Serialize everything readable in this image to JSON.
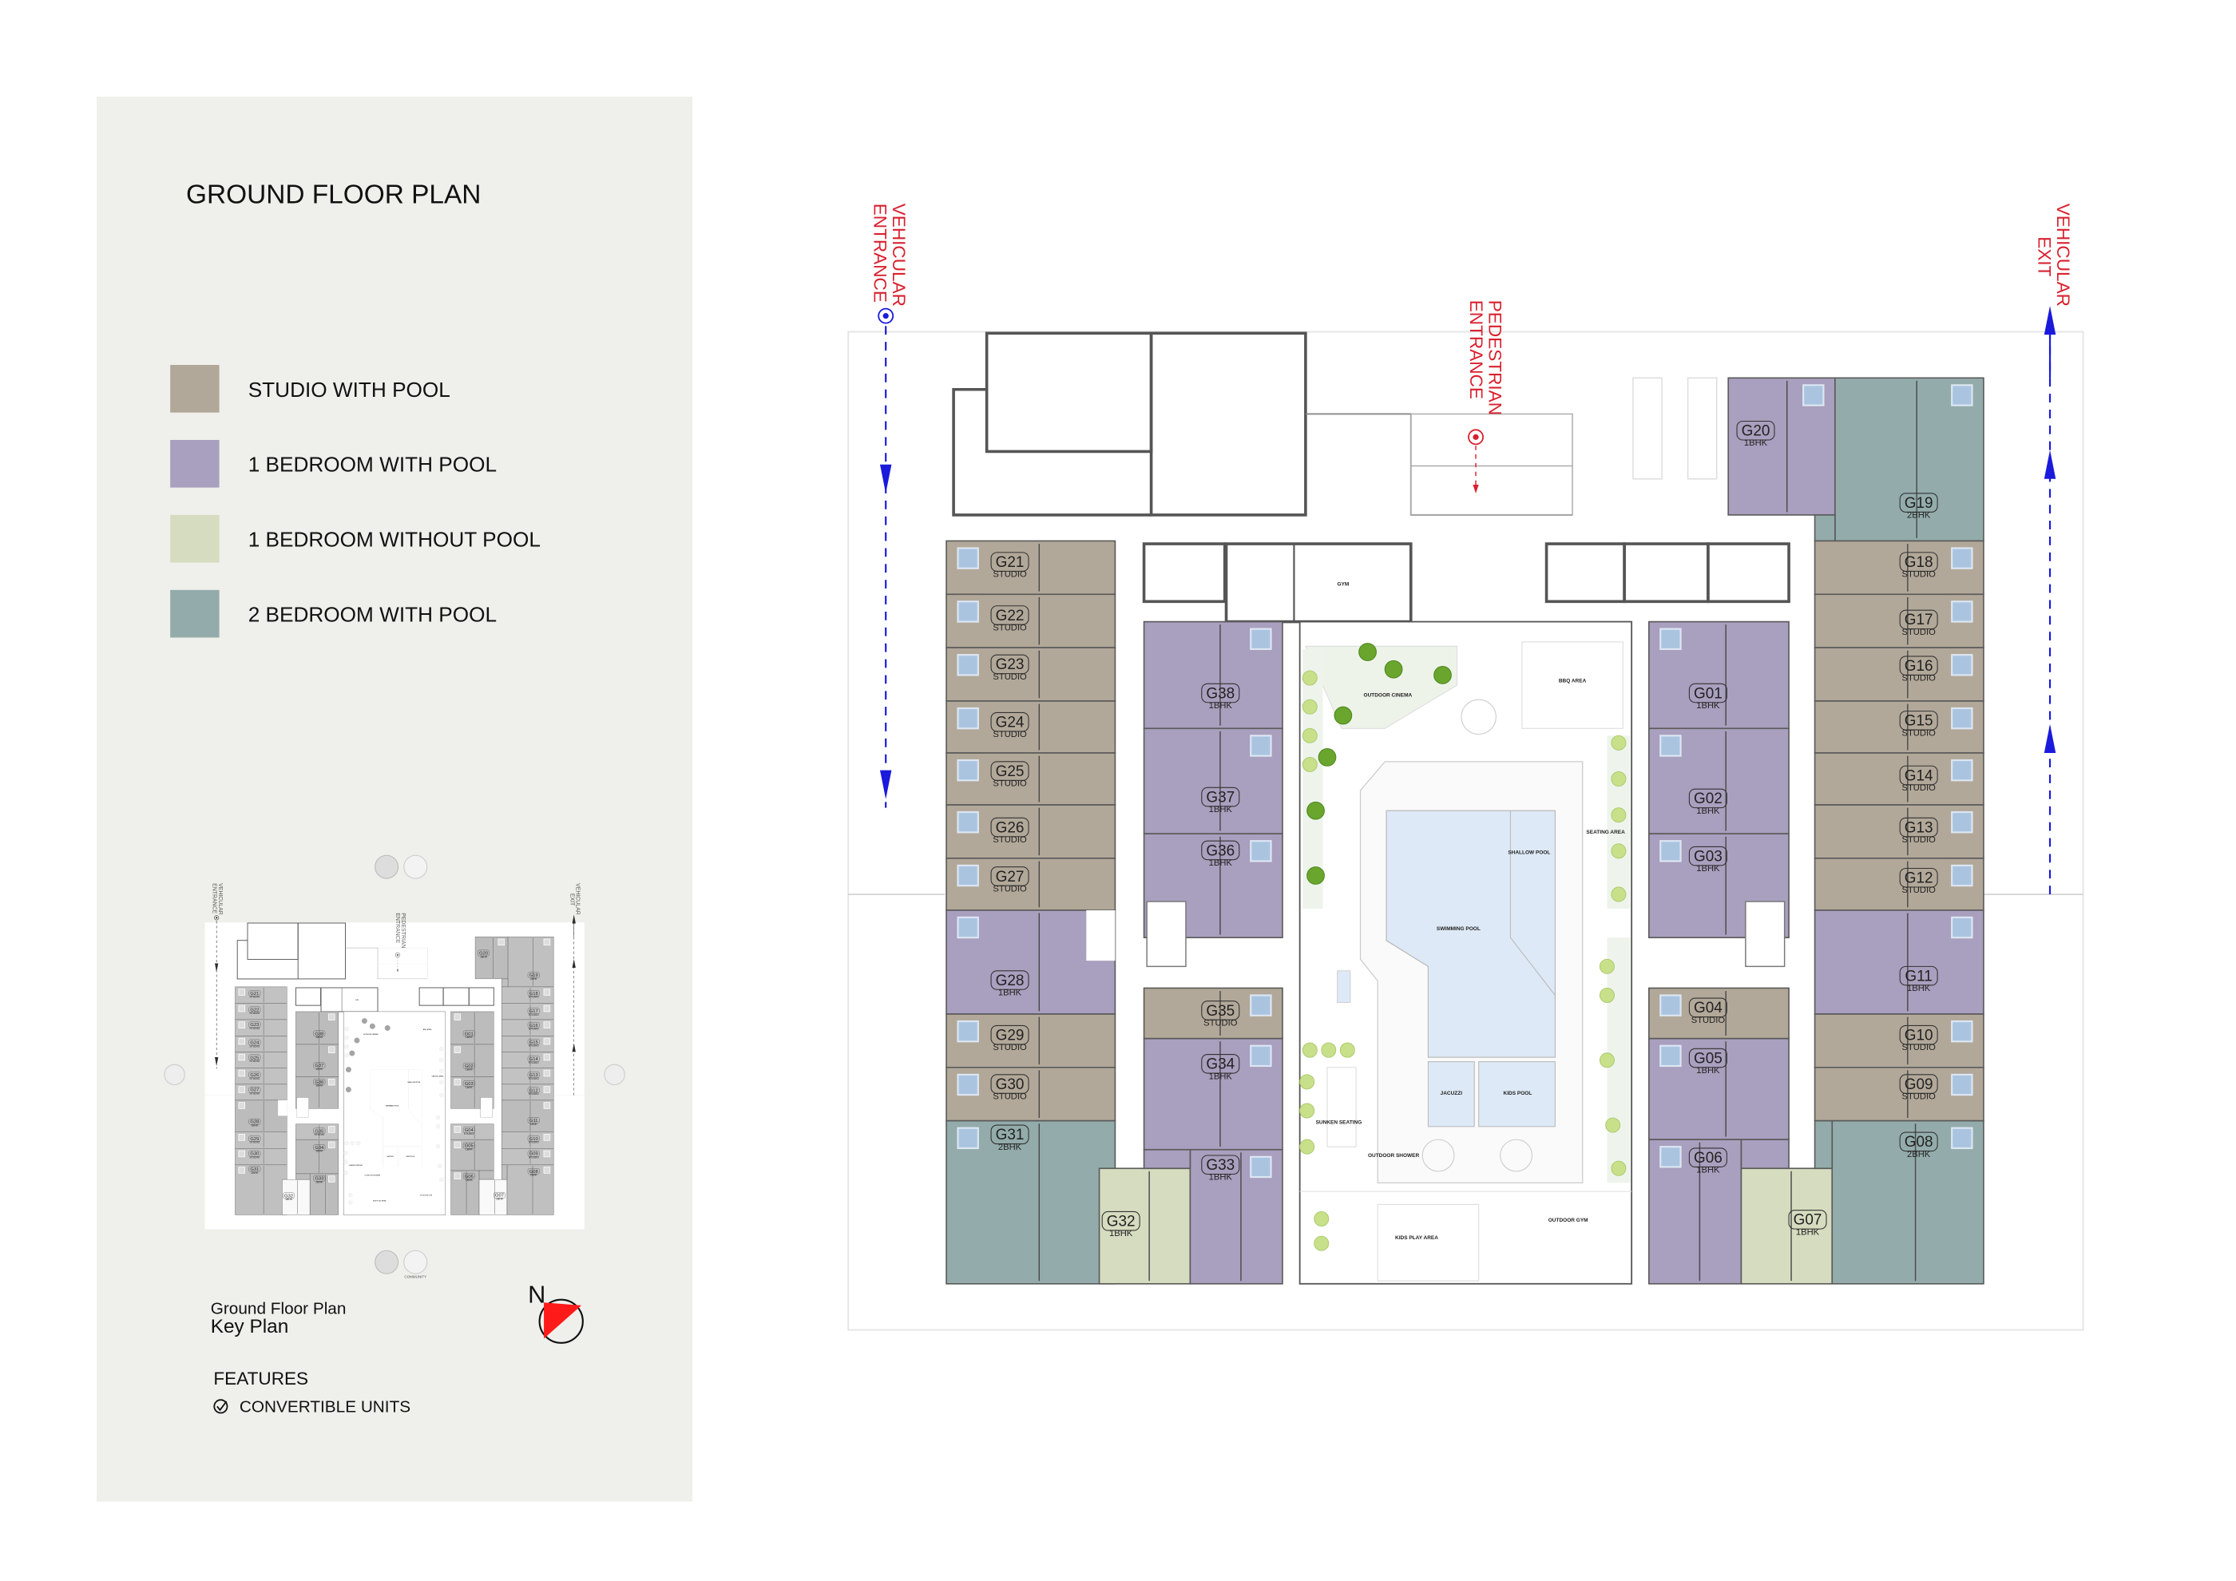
{
  "panel": {
    "title": "GROUND FLOOR PLAN",
    "legend": [
      {
        "label": "STUDIO WITH POOL",
        "color": "#b2a899"
      },
      {
        "label": "1 BEDROOM WITH POOL",
        "color": "#a99fbe"
      },
      {
        "label": "1 BEDROOM WITHOUT POOL",
        "color": "#d6dcbf"
      },
      {
        "label": "2 BEDROOM WITH POOL",
        "color": "#93acab"
      }
    ],
    "key_plan": {
      "caption_line1": "Ground Floor Plan",
      "caption_line2": "Key Plan",
      "icon_label": "COMMUNITY"
    },
    "compass": {
      "label": "N",
      "icon": "north-arrow-icon",
      "color": "#ff1a1a"
    },
    "features": {
      "heading": "FEATURES",
      "items": [
        {
          "label": "CONVERTIBLE UNITS",
          "icon": "check-circle-icon"
        }
      ]
    }
  },
  "plan": {
    "vehicular_entrance": {
      "line1": "VEHICULAR",
      "line2": "ENTRANCE"
    },
    "vehicular_exit": {
      "line1": "VEHICULAR",
      "line2": "EXIT"
    },
    "pedestrian_entrance": {
      "line1": "PEDESTRIAN",
      "line2": "ENTRANCE"
    },
    "colors": {
      "route": "#1a1adc",
      "entrance_label": "#d8212f",
      "pool_water": "#dde9f6",
      "tree": "#7db33a"
    },
    "amenities": {
      "gym": "GYM",
      "outdoor_cinema": "OUTDOOR CINEMA",
      "bbq_area": "BBQ AREA",
      "seating_area": "SEATING AREA",
      "shallow_pool": "SHALLOW POOL",
      "swimming_pool": "SWIMMING POOL",
      "jacuzzi": "JACUZZI",
      "kids_pool": "KIDS POOL",
      "sunken_seating": "SUNKEN SEATING",
      "outdoor_shower": "OUTDOOR SHOWER",
      "kids_play_area": "KIDS PLAY AREA",
      "outdoor_gym": "OUTDOOR GYM"
    },
    "units": [
      {
        "id": "G21",
        "type": "STUDIO",
        "category": "studio"
      },
      {
        "id": "G22",
        "type": "STUDIO",
        "category": "studio"
      },
      {
        "id": "G23",
        "type": "STUDIO",
        "category": "studio"
      },
      {
        "id": "G24",
        "type": "STUDIO",
        "category": "studio"
      },
      {
        "id": "G25",
        "type": "STUDIO",
        "category": "studio"
      },
      {
        "id": "G26",
        "type": "STUDIO",
        "category": "studio"
      },
      {
        "id": "G27",
        "type": "STUDIO",
        "category": "studio"
      },
      {
        "id": "G28",
        "type": "1BHK",
        "category": "1bhk"
      },
      {
        "id": "G29",
        "type": "STUDIO",
        "category": "studio"
      },
      {
        "id": "G30",
        "type": "STUDIO",
        "category": "studio"
      },
      {
        "id": "G31",
        "type": "2BHK",
        "category": "2bhk"
      },
      {
        "id": "G32",
        "type": "1BHK",
        "category": "1bhk-no-pool"
      },
      {
        "id": "G38",
        "type": "1BHK",
        "category": "1bhk"
      },
      {
        "id": "G37",
        "type": "1BHK",
        "category": "1bhk"
      },
      {
        "id": "G36",
        "type": "1BHK",
        "category": "1bhk"
      },
      {
        "id": "G35",
        "type": "STUDIO",
        "category": "studio"
      },
      {
        "id": "G34",
        "type": "1BHK",
        "category": "1bhk"
      },
      {
        "id": "G33",
        "type": "1BHK",
        "category": "1bhk"
      },
      {
        "id": "G01",
        "type": "1BHK",
        "category": "1bhk"
      },
      {
        "id": "G02",
        "type": "1BHK",
        "category": "1bhk"
      },
      {
        "id": "G03",
        "type": "1BHK",
        "category": "1bhk"
      },
      {
        "id": "G04",
        "type": "STUDIO",
        "category": "studio"
      },
      {
        "id": "G05",
        "type": "1BHK",
        "category": "1bhk"
      },
      {
        "id": "G06",
        "type": "1BHK",
        "category": "1bhk"
      },
      {
        "id": "G07",
        "type": "1BHK",
        "category": "1bhk-no-pool"
      },
      {
        "id": "G20",
        "type": "1BHK",
        "category": "1bhk"
      },
      {
        "id": "G19",
        "type": "2BHK",
        "category": "2bhk"
      },
      {
        "id": "G18",
        "type": "STUDIO",
        "category": "studio"
      },
      {
        "id": "G17",
        "type": "STUDIO",
        "category": "studio"
      },
      {
        "id": "G16",
        "type": "STUDIO",
        "category": "studio"
      },
      {
        "id": "G15",
        "type": "STUDIO",
        "category": "studio"
      },
      {
        "id": "G14",
        "type": "STUDIO",
        "category": "studio"
      },
      {
        "id": "G13",
        "type": "STUDIO",
        "category": "studio"
      },
      {
        "id": "G12",
        "type": "STUDIO",
        "category": "studio"
      },
      {
        "id": "G11",
        "type": "1BHK",
        "category": "1bhk"
      },
      {
        "id": "G10",
        "type": "STUDIO",
        "category": "studio"
      },
      {
        "id": "G09",
        "type": "STUDIO",
        "category": "studio"
      },
      {
        "id": "G08",
        "type": "2BHK",
        "category": "2bhk"
      }
    ]
  }
}
